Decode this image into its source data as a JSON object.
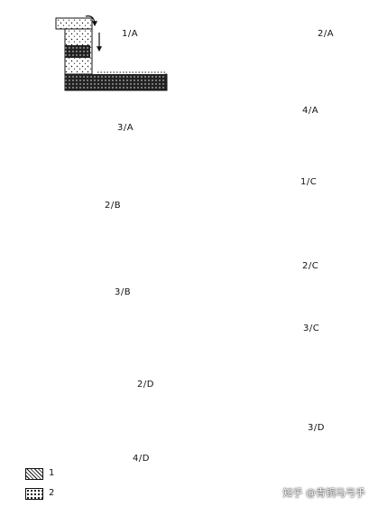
{
  "panels": [
    {
      "id": "1A",
      "label": "1/A"
    },
    {
      "id": "2A",
      "label": "2/A"
    },
    {
      "id": "3A",
      "label": "3/A"
    },
    {
      "id": "4A",
      "label": "4/A"
    },
    {
      "id": "2B",
      "label": "2/B"
    },
    {
      "id": "1C",
      "label": "1/C"
    },
    {
      "id": "2C",
      "label": "2/C"
    },
    {
      "id": "3B",
      "label": "3/B"
    },
    {
      "id": "3C",
      "label": "3/C"
    },
    {
      "id": "2D",
      "label": "2/D"
    },
    {
      "id": "4D",
      "label": "4/D"
    },
    {
      "id": "3D",
      "label": "3/D"
    }
  ],
  "legend": [
    {
      "key": "1",
      "label": "1"
    },
    {
      "key": "2",
      "label": "2"
    }
  ],
  "watermark": "知乎 @青铜马弓手",
  "colors": {
    "ink": "#111111",
    "paper": "#ffffff"
  }
}
